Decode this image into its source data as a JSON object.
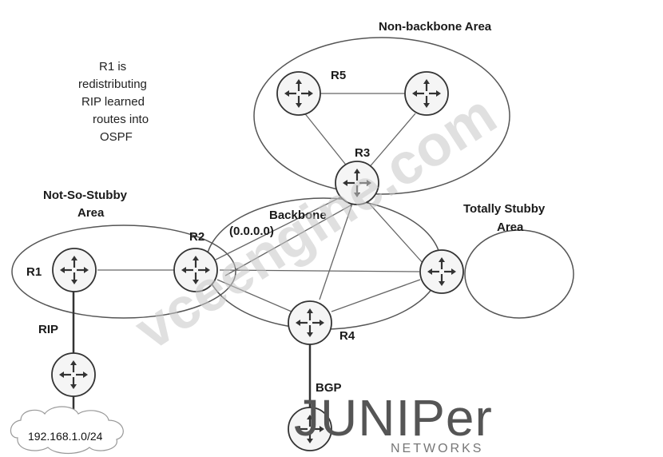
{
  "areas": {
    "non_backbone": "Non-backbone Area",
    "not_so_stubby": [
      "Not-So-Stubby",
      "Area"
    ],
    "backbone": [
      "Backbone",
      "(0.0.0.0)"
    ],
    "totally_stubby": [
      "Totally Stubby",
      "Area"
    ]
  },
  "routers": {
    "r1": "R1",
    "r2": "R2",
    "r3": "R3",
    "r4": "R4",
    "r5": "R5"
  },
  "links": {
    "rip": "RIP",
    "bgp": "BGP"
  },
  "note": [
    "R1 is",
    "redistributing",
    "RIP learned",
    "routes into",
    "OSPF"
  ],
  "network": "192.168.1.0/24",
  "watermark": "vceengine.com",
  "brand": {
    "name": "JUNIPer",
    "sub": "NETWORKS"
  },
  "icons": {
    "router": "router-icon",
    "cloud": "cloud-icon"
  }
}
